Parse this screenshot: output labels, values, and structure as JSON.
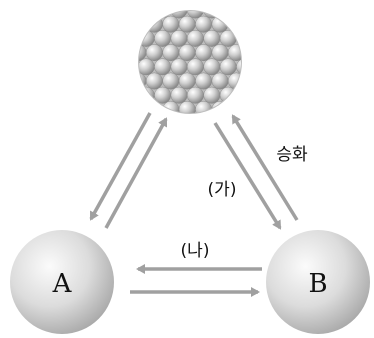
{
  "diagram": {
    "nodes": {
      "solid": {
        "label": ""
      },
      "a": {
        "label": "A"
      },
      "b": {
        "label": "B"
      }
    },
    "arrow_labels": {
      "ga": "(가)",
      "na": "(나)",
      "sublimation": "승화"
    },
    "colors": {
      "arrow": "#a0a0a0",
      "sphere_light": "#ffffff",
      "sphere_dark": "#9a9a9a",
      "text": "#111111"
    }
  }
}
